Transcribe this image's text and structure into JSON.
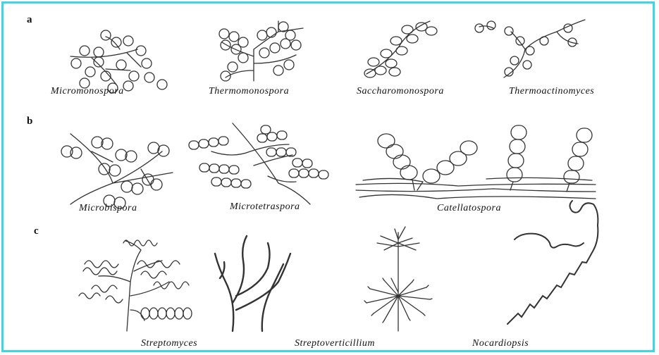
{
  "panels": {
    "a": {
      "label": "a",
      "captions": [
        "Micromonospora",
        "Thermomonospora",
        "Saccharomonospora",
        "Thermoactinomyces"
      ]
    },
    "b": {
      "label": "b",
      "captions": [
        "Microbispora",
        "Microtetraspora",
        "Catellatospora"
      ]
    },
    "c": {
      "label": "c",
      "captions": [
        "Streptomyces",
        "Streptoverticillium",
        "Nocardiopsis"
      ]
    }
  },
  "colors": {
    "border": "#3fd6e3",
    "ink": "#333333"
  }
}
